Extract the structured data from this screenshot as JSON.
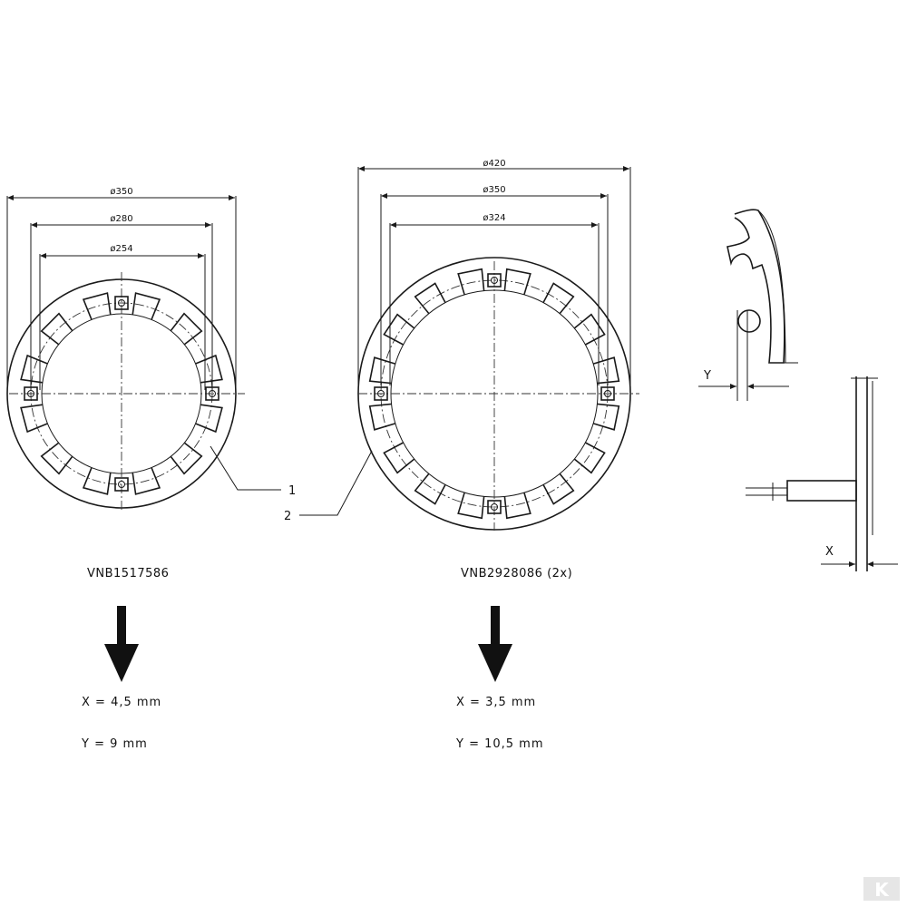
{
  "left_ring": {
    "dims": [
      "ø350",
      "ø280",
      "ø254"
    ],
    "callout": "1",
    "part_number": "VNB1517586",
    "x_value": "X = 4,5 mm",
    "y_value": "Y = 9 mm"
  },
  "right_ring": {
    "dims": [
      "ø420",
      "ø350",
      "ø324"
    ],
    "callout": "2",
    "part_number": "VNB2928086 (2x)",
    "x_value": "X = 3,5 mm",
    "y_value": "Y = 10,5 mm"
  },
  "detail": {
    "y_label": "Y",
    "x_label": "X"
  },
  "logo": {
    "text": "K"
  }
}
